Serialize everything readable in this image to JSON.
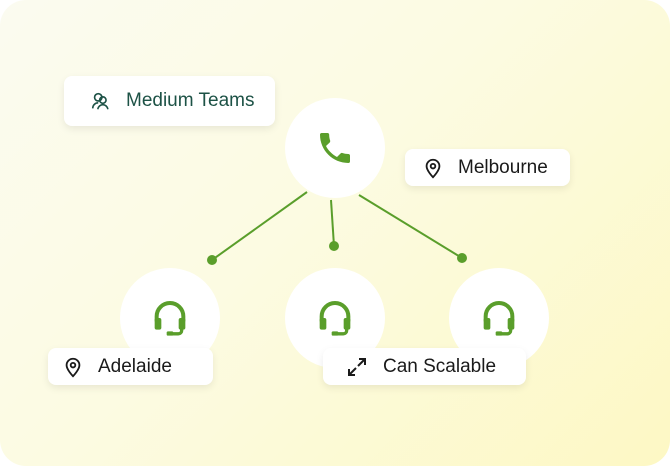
{
  "labels": {
    "medium_teams": "Medium Teams",
    "melbourne": "Melbourne",
    "adelaide": "Adelaide",
    "can_scalable": "Can Scalable"
  },
  "colors": {
    "accent": "#5a9e2b",
    "teams_text": "#1d5246"
  }
}
